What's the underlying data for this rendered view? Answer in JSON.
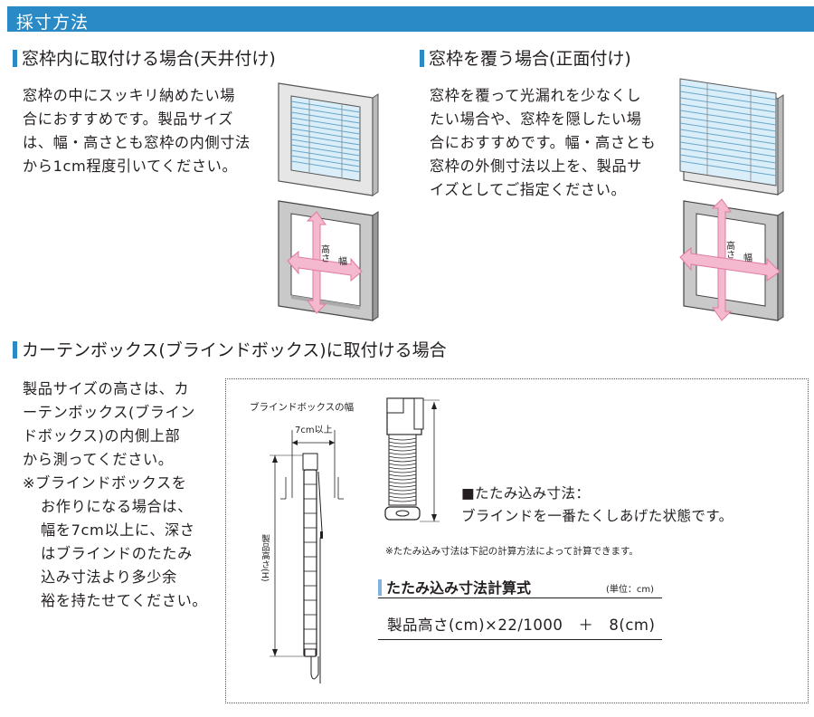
{
  "header": {
    "title": "採寸方法"
  },
  "inside_mount": {
    "title": "窓枠内に取付ける場合(天井付け)",
    "text_lines": [
      "窓枠の中にスッキリ納めたい場",
      "合におすすめです。製品サイズ",
      "は、幅・高さとも窓枠の内側寸法",
      "から1cm程度引いてください。"
    ],
    "height_label": "高さ",
    "width_label": "幅"
  },
  "outside_mount": {
    "title": "窓枠を覆う場合(正面付け)",
    "text_lines": [
      "窓枠を覆って光漏れを少なくし",
      "たい場合や、窓枠を隠したい場",
      "合におすすめです。幅・高さとも",
      "窓枠の外側寸法以上を、製品サ",
      "イズとしてご指定ください。"
    ],
    "height_label": "高さ",
    "width_label": "幅"
  },
  "box_mount": {
    "title": "カーテンボックス(ブラインドボックス)に取付ける場合",
    "text_lines": [
      "製品サイズの高さは、カ",
      "ーテンボックス(ブライン",
      "ドボックス)の内側上部",
      "から測ってください。",
      "※ブラインドボックスを",
      "お作りになる場合は、",
      "幅を7cm以上に、深さ",
      "はブラインドのたたみ",
      "込み寸法より多少余",
      "裕を持たせてください。"
    ]
  },
  "diagram": {
    "box_width_label": "ブラインドボックスの幅",
    "min_width_label": "7cm以上",
    "product_height_label": "製品高さ(H)",
    "stack_label": "■たたみ込み寸法：",
    "stack_desc": "ブラインドを一番たくしあげた状態です。",
    "note": "※たたみ込み寸法は下記の計算方法によって計算できます。"
  },
  "formula": {
    "title": "たたみ込み寸法計算式",
    "unit": "(単位：cm)",
    "expression": "製品高さ(cm)×22/1000　＋　8(cm)"
  },
  "colors": {
    "accent": "#2a8ac5",
    "arrow_pink": "#f4b8cf",
    "frame_gray": "#c9c9c9",
    "glass_blue": "#bfe0f2"
  }
}
